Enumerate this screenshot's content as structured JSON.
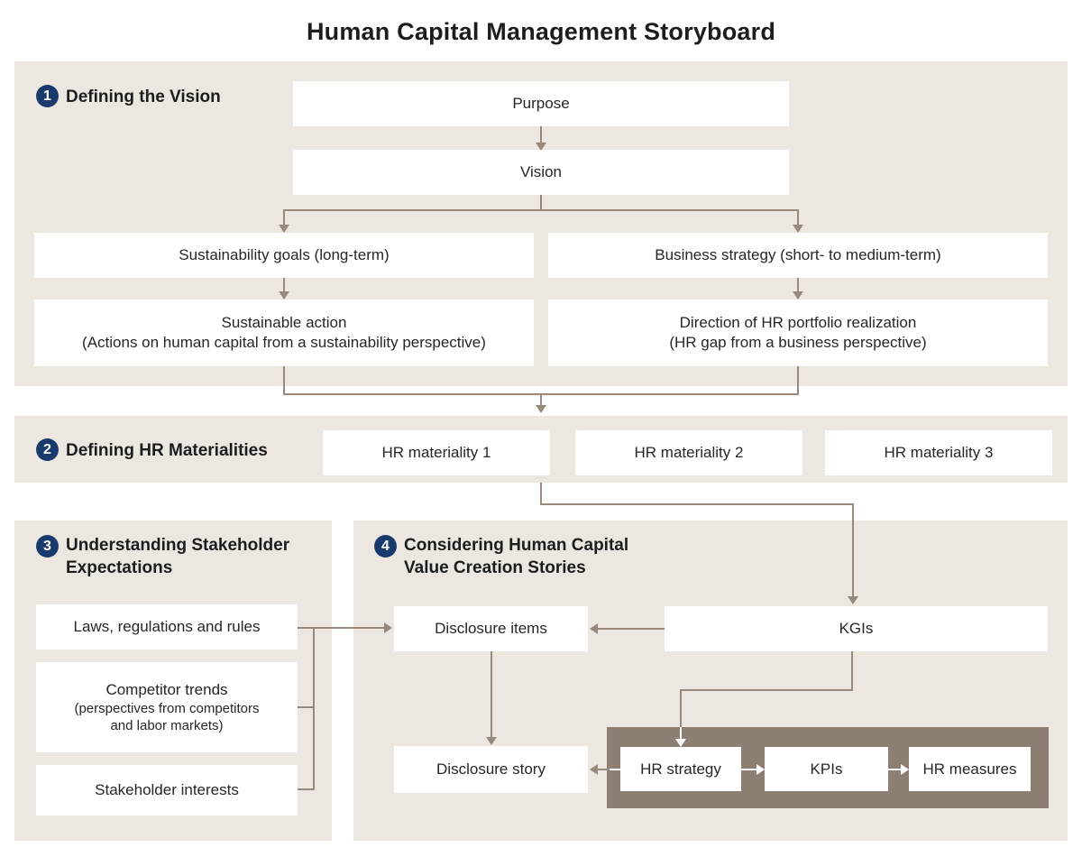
{
  "title": "Human Capital Management Storyboard",
  "colors": {
    "badge_navy": "#1a3a6e",
    "band_beige": "#ece7e0",
    "connector_taupe": "#97897b",
    "container_brown": "#8d8073",
    "heading_ink": "#1d1d1d"
  },
  "sections": {
    "s1": {
      "num": "1",
      "label": "Defining the Vision"
    },
    "s2": {
      "num": "2",
      "label": "Defining HR Materialities"
    },
    "s3": {
      "num": "3",
      "label_line1": "Understanding Stakeholder",
      "label_line2": "Expectations"
    },
    "s4": {
      "num": "4",
      "label_line1": "Considering Human Capital",
      "label_line2": "Value Creation Stories"
    }
  },
  "boxes": {
    "purpose": "Purpose",
    "vision": "Vision",
    "sustainability_goals": "Sustainability goals (long-term)",
    "business_strategy": "Business strategy (short- to medium-term)",
    "sustainable_action_line1": "Sustainable action",
    "sustainable_action_line2": "(Actions on human capital from a sustainability perspective)",
    "hr_portfolio_line1": "Direction of HR portfolio realization",
    "hr_portfolio_line2": "(HR gap from a business perspective)",
    "hr_materiality_1": "HR materiality 1",
    "hr_materiality_2": "HR materiality 2",
    "hr_materiality_3": "HR materiality 3",
    "laws": "Laws, regulations and rules",
    "competitor_line1": "Competitor trends",
    "competitor_line2": "(perspectives from competitors",
    "competitor_line3": "and labor markets)",
    "stakeholder": "Stakeholder interests",
    "disclosure_items": "Disclosure items",
    "kgis": "KGIs",
    "disclosure_story": "Disclosure story",
    "hr_strategy": "HR strategy",
    "kpis": "KPIs",
    "hr_measures": "HR measures"
  }
}
